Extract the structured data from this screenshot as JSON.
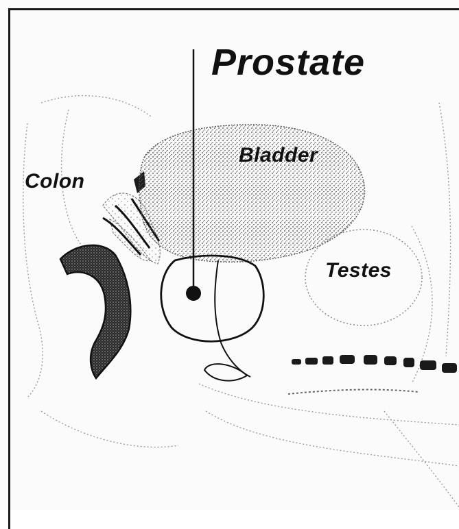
{
  "title": "Prostate",
  "labels": {
    "bladder": "Bladder",
    "colon": "Colon",
    "testes": "Testes"
  },
  "colors": {
    "ink": "#111111",
    "stipple": "#555555",
    "background": "#fbfbfb"
  }
}
